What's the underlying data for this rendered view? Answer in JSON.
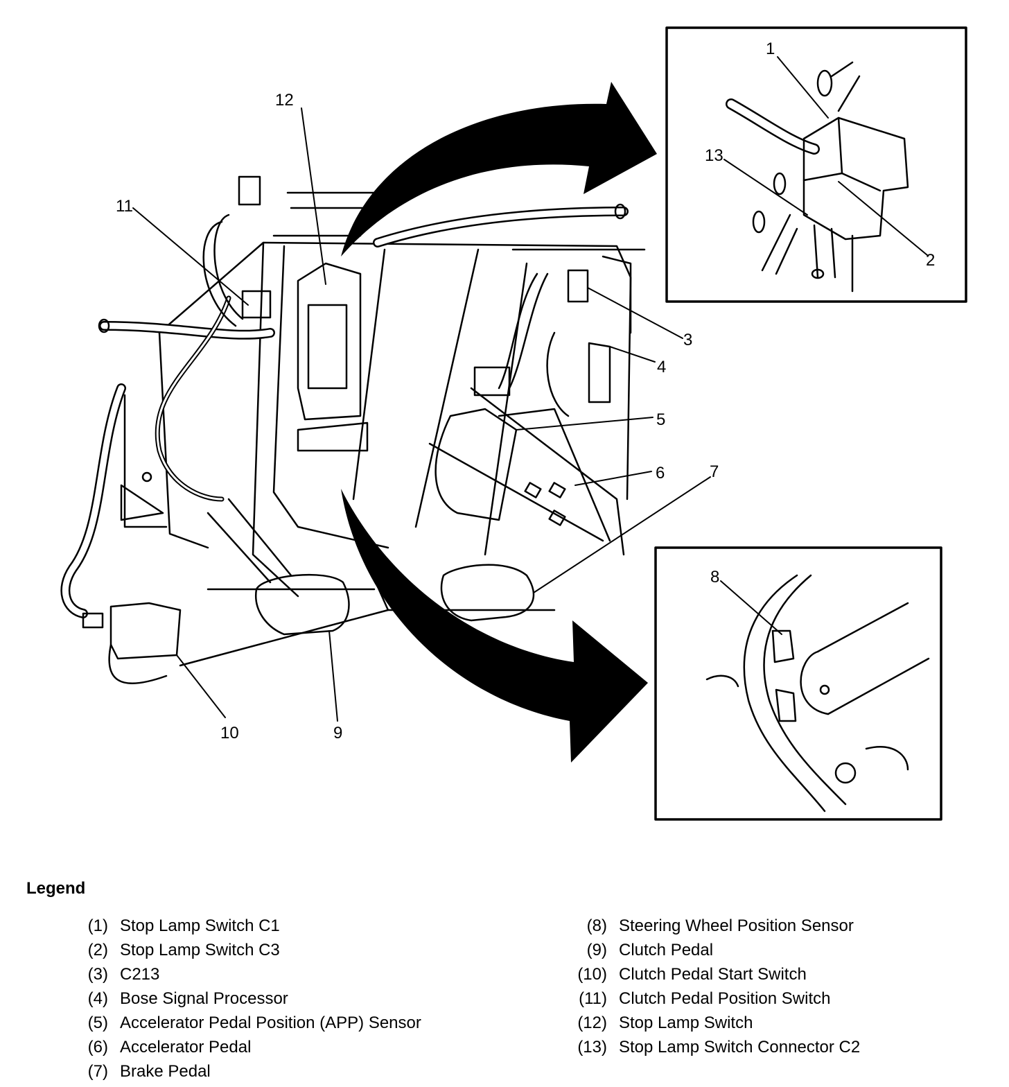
{
  "diagram": {
    "callouts": {
      "c1": "1",
      "c2": "2",
      "c3": "3",
      "c4": "4",
      "c5": "5",
      "c6": "6",
      "c7": "7",
      "c8": "8",
      "c9": "9",
      "c10": "10",
      "c11": "11",
      "c12": "12",
      "c13": "13"
    }
  },
  "legend": {
    "title": "Legend",
    "left": [
      {
        "num": "(1)",
        "text": "Stop Lamp Switch C1"
      },
      {
        "num": "(2)",
        "text": "Stop Lamp Switch C3"
      },
      {
        "num": "(3)",
        "text": "C213"
      },
      {
        "num": "(4)",
        "text": "Bose Signal Processor"
      },
      {
        "num": "(5)",
        "text": "Accelerator Pedal Position (APP) Sensor"
      },
      {
        "num": "(6)",
        "text": "Accelerator Pedal"
      },
      {
        "num": "(7)",
        "text": "Brake Pedal"
      }
    ],
    "right": [
      {
        "num": "(8)",
        "text": "Steering Wheel Position Sensor"
      },
      {
        "num": "(9)",
        "text": "Clutch Pedal"
      },
      {
        "num": "(10)",
        "text": "Clutch Pedal Start Switch"
      },
      {
        "num": "(11)",
        "text": "Clutch Pedal Position Switch"
      },
      {
        "num": "(12)",
        "text": "Stop Lamp Switch"
      },
      {
        "num": "(13)",
        "text": "Stop Lamp Switch Connector C2"
      }
    ]
  }
}
